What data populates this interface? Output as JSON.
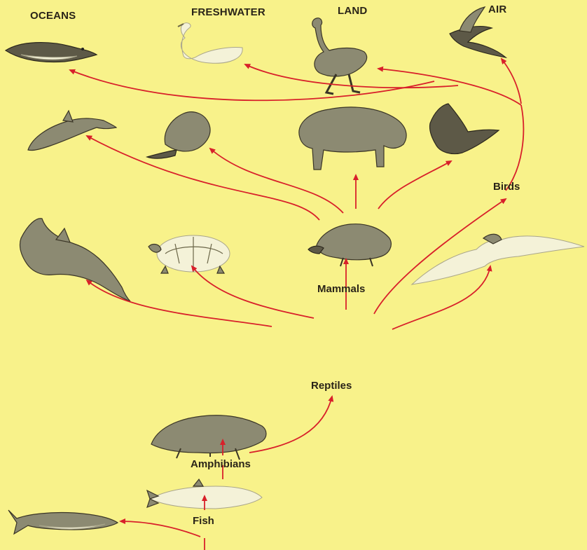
{
  "habitats": {
    "oceans": "OCEANS",
    "freshwater": "FRESHWATER",
    "land": "LAND",
    "air": "AIR"
  },
  "groups": {
    "fish": "Fish",
    "amphibians": "Amphibians",
    "reptiles": "Reptiles",
    "mammals": "Mammals",
    "birds": "Birds"
  },
  "colors": {
    "background": "#f8f28a",
    "arrow": "#d8202a",
    "text": "#2a2418"
  },
  "icons": [
    "shark-icon",
    "lungfish-icon",
    "amphibian-icon",
    "ichthyosaur-icon",
    "turtle-icon",
    "platypus-icon",
    "pterosaur-icon",
    "dolphin-icon",
    "beaver-icon",
    "boar-icon",
    "bat-icon",
    "penguin-icon",
    "swan-icon",
    "ostrich-icon",
    "hawk-icon"
  ]
}
